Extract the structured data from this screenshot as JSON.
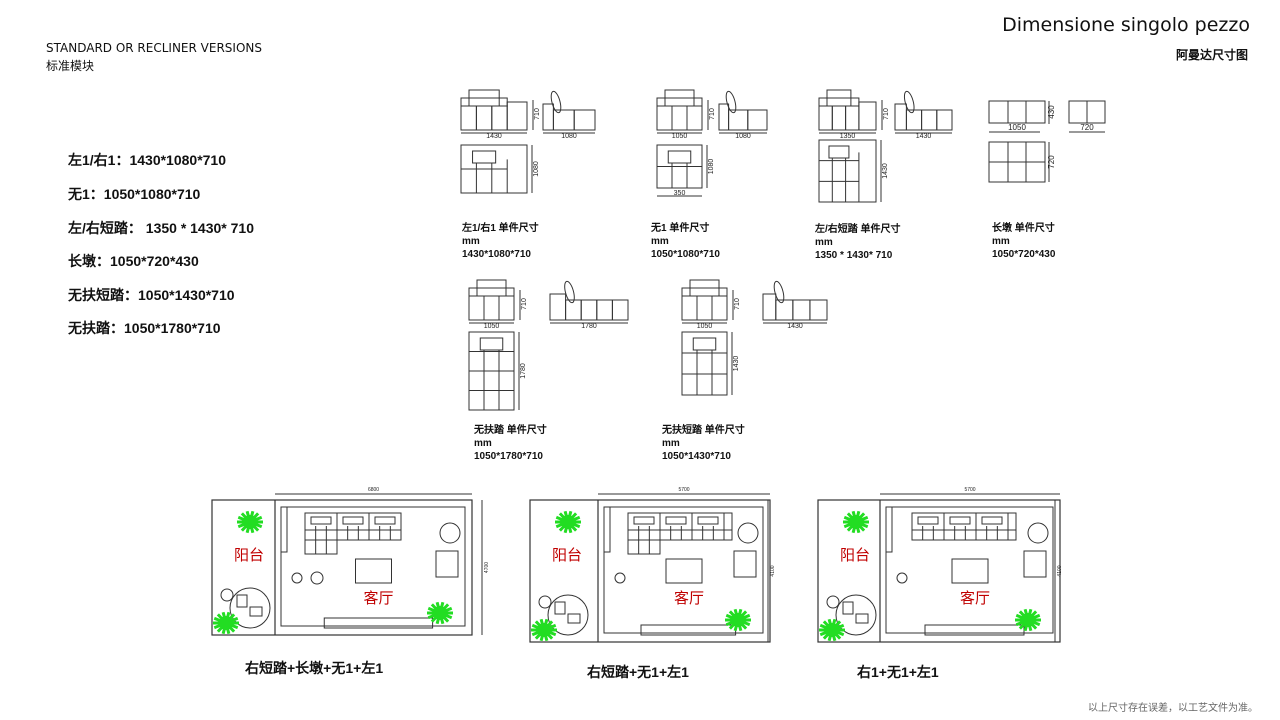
{
  "header": {
    "title": "Dimensione singolo pezzo",
    "subtitle": "阿曼达尺寸图",
    "section_en": "STANDARD OR RECLINER VERSIONS",
    "section_cn": "标准模块"
  },
  "specs": [
    "左1/右1：1430*1080*710",
    "无1：1050*1080*710",
    "左/右短踏：  1350 * 1430*  710",
    "长墩：1050*720*430",
    "无扶短踏：1050*1430*710",
    "无扶踏：1050*1780*710"
  ],
  "modules": [
    {
      "name": "左1/右1  单件尺寸",
      "unit": "mm",
      "size": "1430*1080*710",
      "dims": {
        "front_w": "1430",
        "front_h": "710",
        "side_w": "1080",
        "top_h": "1080"
      }
    },
    {
      "name": "无1  单件尺寸",
      "unit": "mm",
      "size": "1050*1080*710",
      "dims": {
        "front_w": "1050",
        "front_h": "710",
        "side_w": "1080",
        "top_h": "1080",
        "top_w": "350"
      }
    },
    {
      "name": "左/右短踏 单件尺寸",
      "unit": "mm",
      "size": "1350 * 1430*  710",
      "dims": {
        "front_w": "1350",
        "front_h": "710",
        "side_w": "1430",
        "top_h": "1430"
      }
    },
    {
      "name": "长墩 单件尺寸",
      "unit": "mm",
      "size": "1050*720*430",
      "dims": {
        "front_w": "1050",
        "front_h": "430",
        "side_w": "720",
        "top_h": "720"
      }
    },
    {
      "name": "无扶踏  单件尺寸",
      "unit": "mm",
      "size": "1050*1780*710",
      "dims": {
        "front_w": "1050",
        "front_h": "710",
        "side_w": "1780",
        "top_h": "1780"
      }
    },
    {
      "name": "无扶短踏  单件尺寸",
      "unit": "mm",
      "size": "1050*1430*710",
      "dims": {
        "front_w": "1050",
        "front_h": "710",
        "side_w": "1430",
        "top_h": "1430"
      }
    }
  ],
  "plans": [
    {
      "balcony": "阳台",
      "living": "客厅",
      "width": "6800",
      "depth": "4700",
      "caption": "右短踏+长墩+无1+左1"
    },
    {
      "balcony": "阳台",
      "living": "客厅",
      "width": "5700",
      "depth": "4100",
      "caption": "右短踏+无1+左1"
    },
    {
      "balcony": "阳台",
      "living": "客厅",
      "width": "5700",
      "depth": "4100",
      "caption": "右1+无1+左1"
    }
  ],
  "footer_note": "以上尺寸存在误差，以工艺文件为准。",
  "colors": {
    "room_label": "#c00000",
    "plant": "#22dd22",
    "line": "#333333"
  }
}
